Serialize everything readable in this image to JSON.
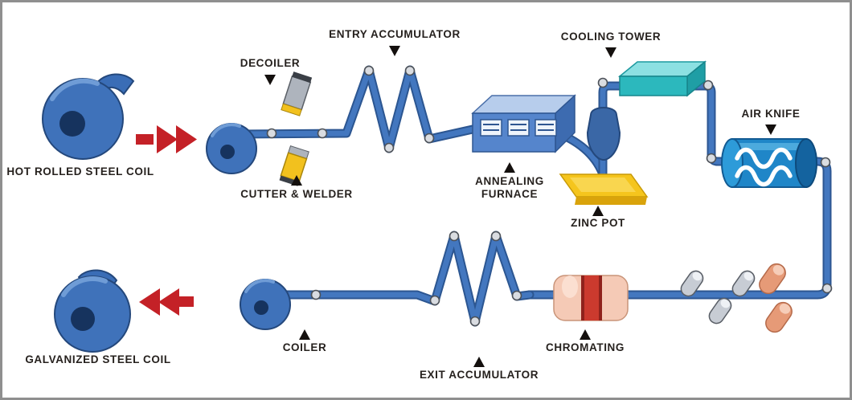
{
  "diagram": {
    "type": "process-flow",
    "subject": "continuous-galvanizing-line",
    "labels": {
      "hot_rolled_coil": "HOT ROLLED STEEL COIL",
      "decoiler": "DECOILER",
      "cutter_welder": "CUTTER & WELDER",
      "entry_accumulator": "ENTRY ACCUMULATOR",
      "annealing_line1": "ANNEALING",
      "annealing_line2": "FURNACE",
      "zinc_pot": "ZINC POT",
      "cooling_tower": "COOLING TOWER",
      "air_knife": "AIR KNIFE",
      "chromating": "CHROMATING",
      "exit_accumulator": "EXIT ACCUMULATOR",
      "coiler": "COILER",
      "galvanized_coil": "GALVANIZED STEEL COIL"
    },
    "colors": {
      "strip_blue": "#4377bf",
      "strip_edge": "#2c5691",
      "coil_blue": "#3f72ba",
      "coil_hole": "#16335e",
      "arrow_red": "#c42127",
      "zinc_yellow": "#f5c51d",
      "cooling_teal": "#2cb8bd",
      "furnace_blue": "#5585cc",
      "air_knife_blue": "#1f86c8",
      "chromating_pink": "#f5cab6",
      "chromating_red": "#cb3a2e",
      "roller_grey": "#c7ccd4",
      "label_color": "#26211e",
      "marker_black": "#14100e"
    }
  }
}
